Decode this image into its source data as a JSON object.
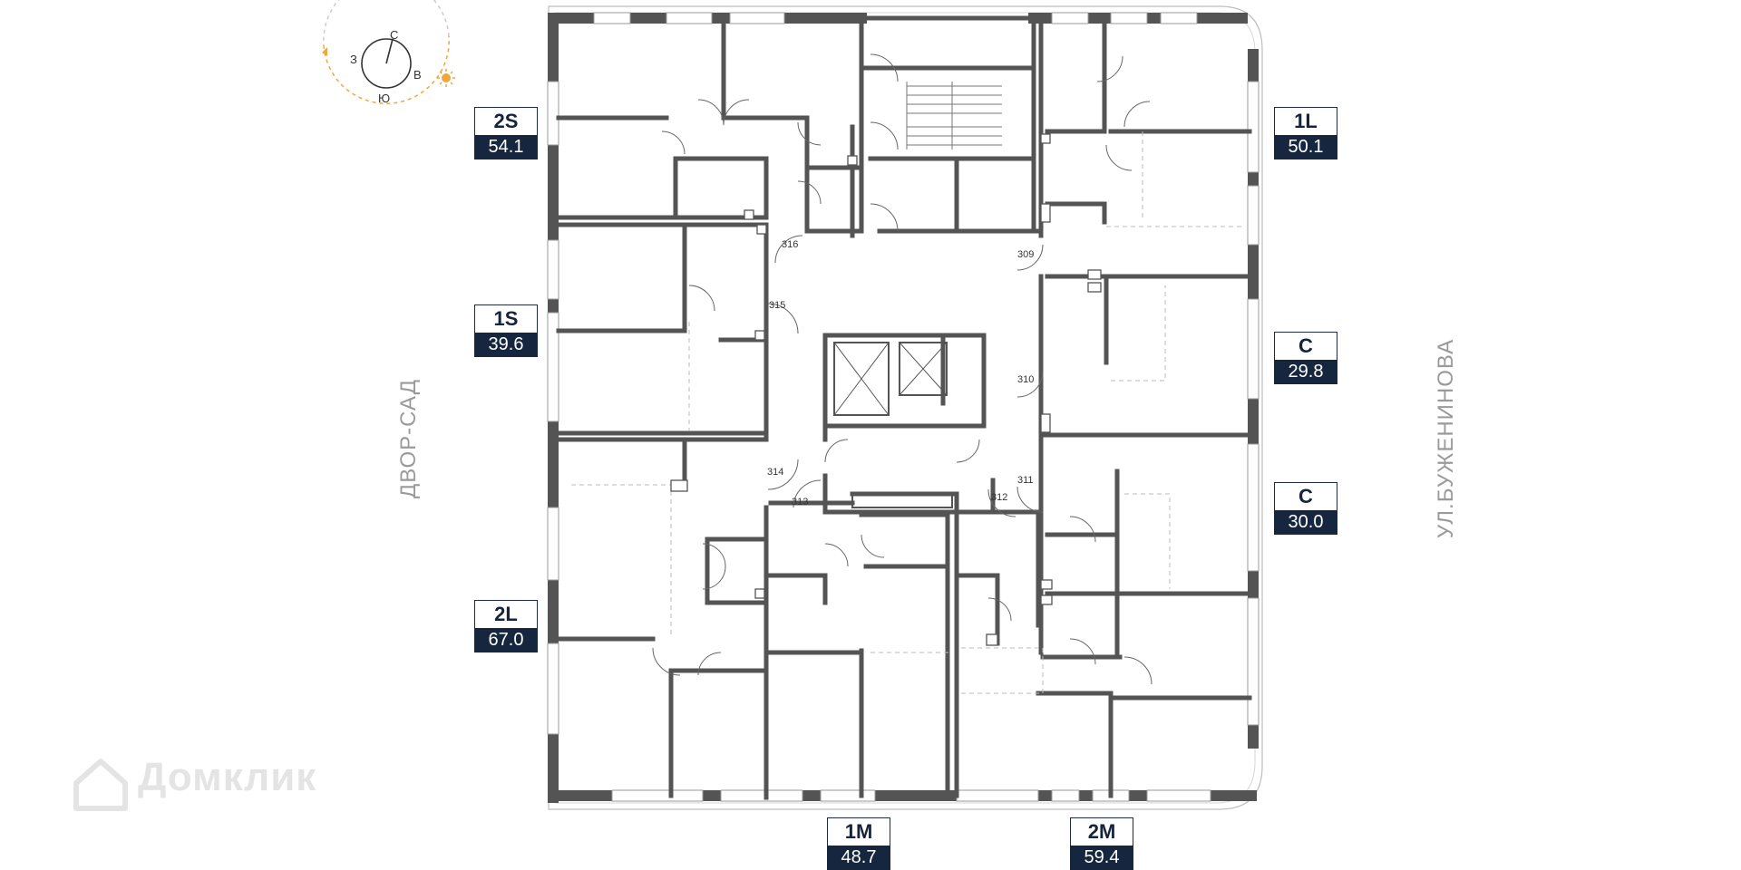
{
  "compass": {
    "north": "С",
    "west": "З",
    "east": "В",
    "south": "Ю",
    "sun_color": "#f0a63a"
  },
  "streets": {
    "left": "ДВОР-САД",
    "right": "УЛ.БУЖЕНИНОВА"
  },
  "watermark": "Домклик",
  "colors": {
    "wall": "#545454",
    "label_bg": "#16263f",
    "accent": "#f0a63a"
  },
  "apartments": [
    {
      "code": "2S",
      "area": "54.1"
    },
    {
      "code": "1S",
      "area": "39.6"
    },
    {
      "code": "2L",
      "area": "67.0"
    },
    {
      "code": "1L",
      "area": "50.1"
    },
    {
      "code": "C",
      "area": "29.8"
    },
    {
      "code": "C",
      "area": "30.0"
    },
    {
      "code": "1M",
      "area": "48.7"
    },
    {
      "code": "2M",
      "area": "59.4"
    }
  ],
  "doors": [
    "316",
    "315",
    "314",
    "313",
    "312",
    "311",
    "310",
    "309"
  ]
}
